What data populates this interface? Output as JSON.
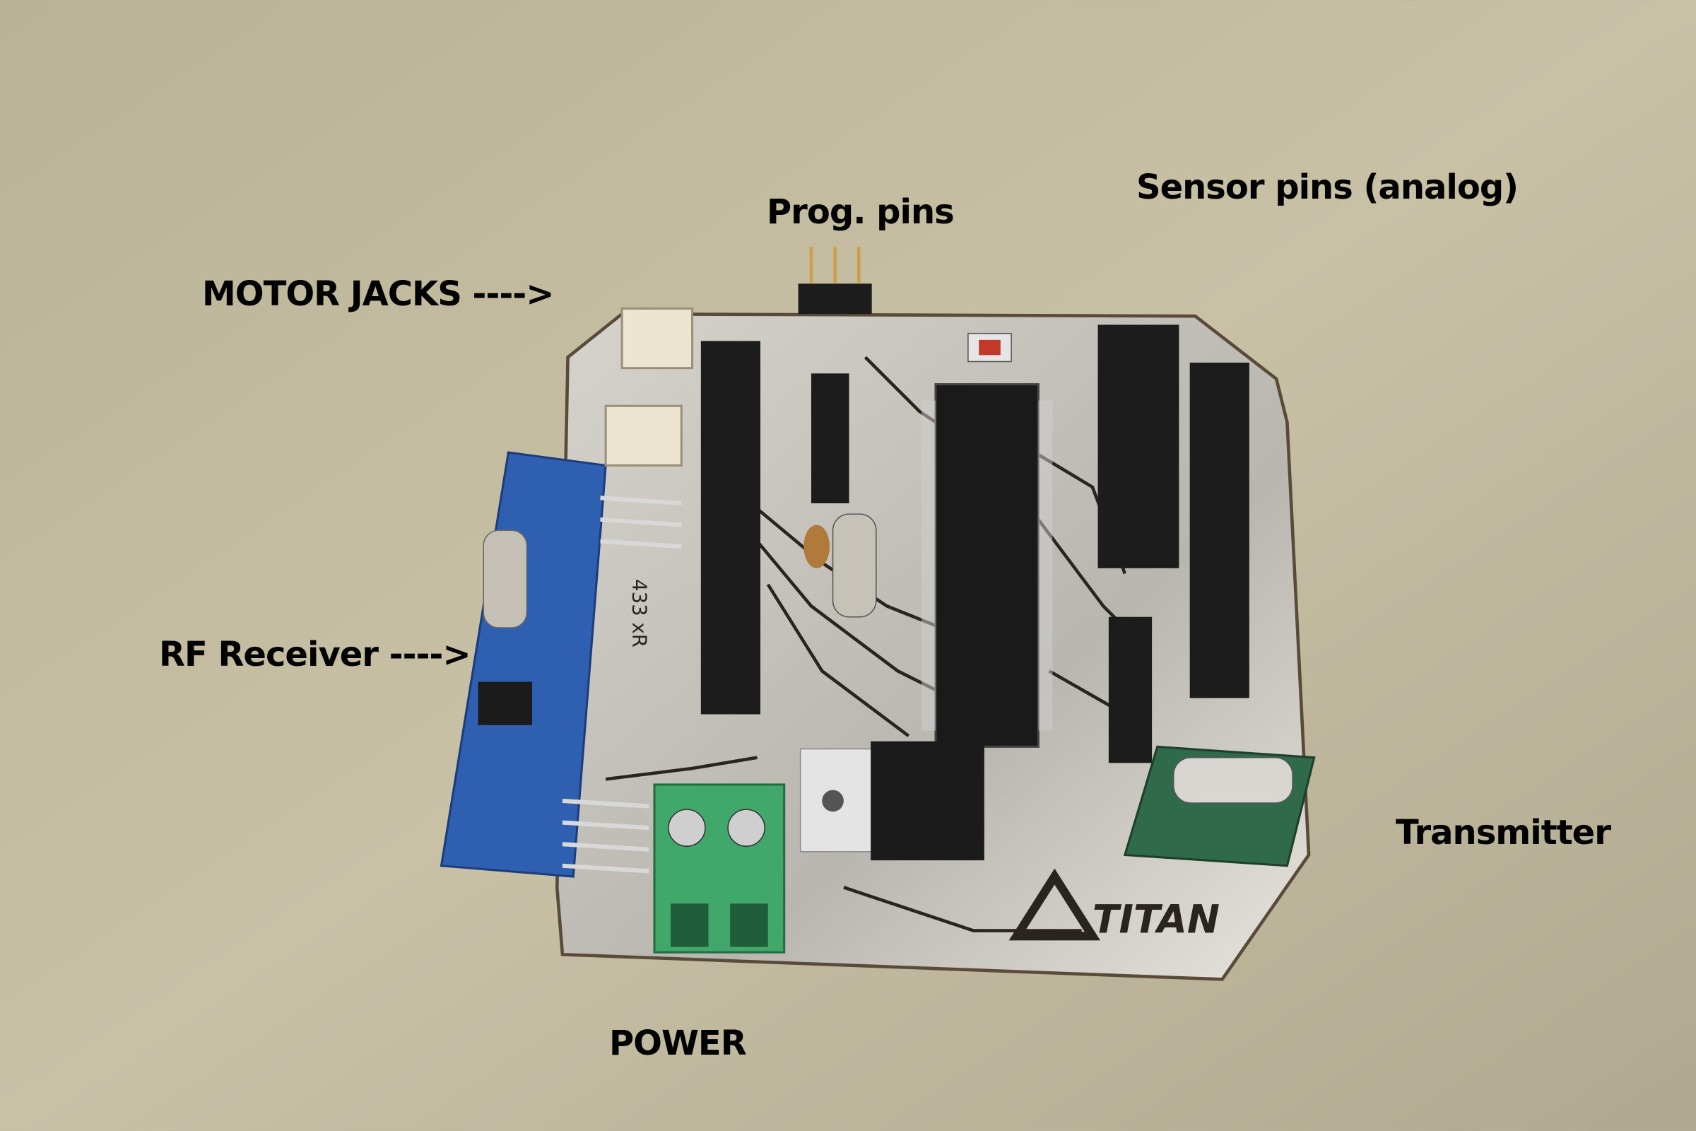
{
  "labels": {
    "prog_pins": "Prog. pins",
    "sensor_pins": "Sensor pins (analog)",
    "motor_jacks": "MOTOR JACKS ---->",
    "rf_receiver": "RF Receiver ---->",
    "transmitter": "Transmitter",
    "power": "POWER"
  },
  "board_markings": {
    "logo": "TITAN",
    "rf_module": "433 xR"
  },
  "colors": {
    "background": "#bdb69c",
    "board": "#c9c7c0",
    "rf_receiver": "#2f5fb0",
    "terminal_block": "#3fa86a",
    "chip": "#1a1a1a"
  }
}
